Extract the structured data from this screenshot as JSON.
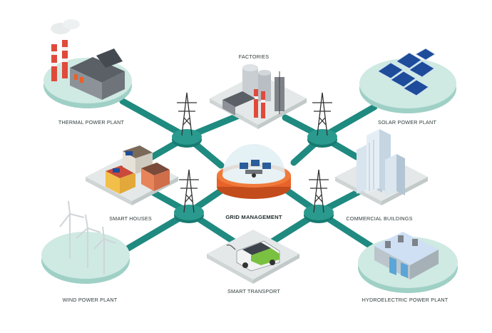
{
  "nodes": {
    "thermal": "THERMAL POWER PLANT",
    "factories": "FACTORIES",
    "solar": "SOLAR POWER PLANT",
    "houses": "SMART HOUSES",
    "grid": "GRID MANAGEMENT",
    "commercial": "COMMERCIAL BUILDINGS",
    "wind": "WIND POWER PLANT",
    "transport": "SMART TRANSPORT",
    "hydro": "HYDROELECTRIC POWER PLANT"
  },
  "colors": {
    "road": "#1f8a80",
    "platform_top": "#cfe9e3",
    "platform_side": "#9fd0c6",
    "hub": "#2a9a8e",
    "dome_base": "#e8622a",
    "tile": "#e4e8e8"
  }
}
